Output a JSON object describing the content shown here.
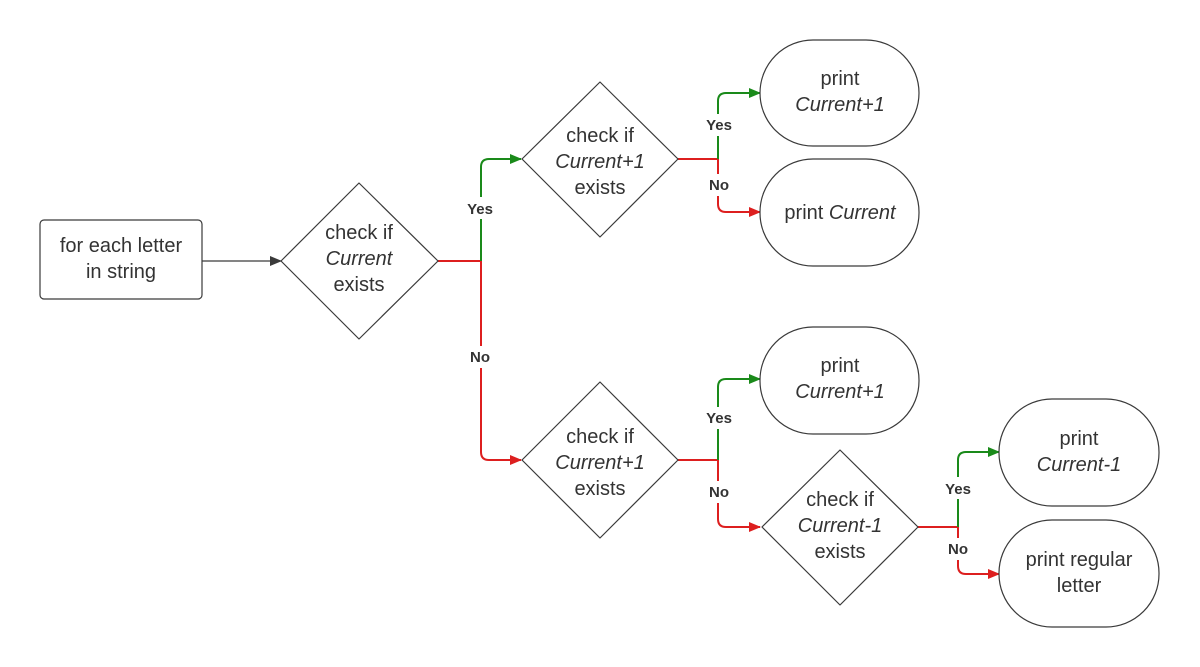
{
  "colors": {
    "yes": "#1a8a1a",
    "no": "#dd1f1f",
    "neutral": "#3a3a3a",
    "text": "#333333"
  },
  "nodes": {
    "start": {
      "line1": "for each letter",
      "line2": "in string"
    },
    "d1": {
      "line1": "check if",
      "line2": "Current",
      "line3": "exists"
    },
    "d2": {
      "line1": "check if",
      "line2": "Current+1",
      "line3": "exists"
    },
    "d3": {
      "line1": "check if",
      "line2": "Current+1",
      "line3": "exists"
    },
    "d4": {
      "line1": "check if",
      "line2": "Current-1",
      "line3": "exists"
    },
    "t1": {
      "line1": "print",
      "line2": "Current+1"
    },
    "t2": {
      "prefix": "print ",
      "italic": "Current"
    },
    "t3": {
      "line1": "print",
      "line2": "Current+1"
    },
    "t4": {
      "line1": "print",
      "line2": "Current-1"
    },
    "t5": {
      "line1": "print regular",
      "line2": "letter"
    }
  },
  "labels": {
    "d1_yes": "Yes",
    "d1_no": "No",
    "d2_yes": "Yes",
    "d2_no": "No",
    "d3_yes": "Yes",
    "d3_no": "No",
    "d4_yes": "Yes",
    "d4_no": "No"
  }
}
